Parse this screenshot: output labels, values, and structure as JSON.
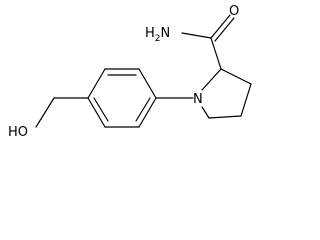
{
  "molecule": {
    "atoms": {
      "amide_nitrogen": {
        "label": "H",
        "subscript": "2",
        "suffix": "N"
      },
      "amide_oxygen": {
        "label": "O"
      },
      "ring_nitrogen": {
        "label": "N"
      },
      "hydroxyl": {
        "label": "HO"
      }
    },
    "colors": {
      "bond": "#000000",
      "text": "#000000",
      "background": "#ffffff"
    }
  }
}
